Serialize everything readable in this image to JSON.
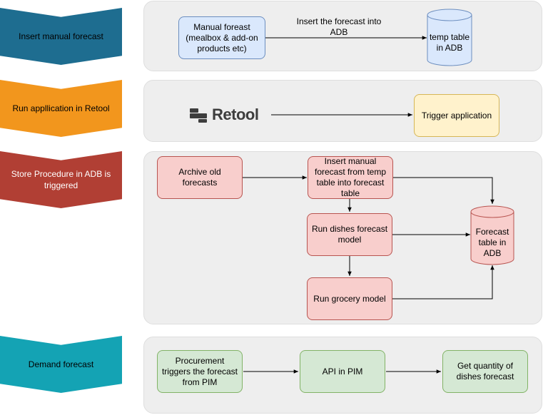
{
  "lanes": [
    {
      "label": "Insert manual forecast"
    },
    {
      "label": "Run appllication in Retool"
    },
    {
      "label": "Store Procedure in ADB is triggered"
    },
    {
      "label": "Demand forecast"
    }
  ],
  "lane1": {
    "manual_forecast": "Manual foreast (mealbox & add-on products etc)",
    "edge_label": "Insert the forecast into ADB",
    "temp_table": "temp table in ADB"
  },
  "lane2": {
    "logo_text": "Retool",
    "trigger": "Trigger application"
  },
  "lane3": {
    "archive": "Archive old forecasts",
    "insert_manual": "Insert manual forecast from temp table into forecast table",
    "run_dishes": "Run dishes forecast model",
    "run_grocery": "Run grocery model",
    "forecast_table": "Forecast table in ADB"
  },
  "lane4": {
    "procurement": "Procurement triggers the forecast from PIM",
    "api": "API in PIM",
    "quantity": "Get quantity of dishes forecast"
  },
  "colors": {
    "lane_bg": "#eeeeee",
    "chevron_blue": "#1e6d90",
    "chevron_orange": "#f2961d",
    "chevron_red": "#b13f34",
    "chevron_teal": "#14a3b4",
    "box_blue": "#dae8fc",
    "box_yellow": "#fff2cc",
    "box_red": "#f8cecc",
    "box_green": "#d5e8d4"
  }
}
